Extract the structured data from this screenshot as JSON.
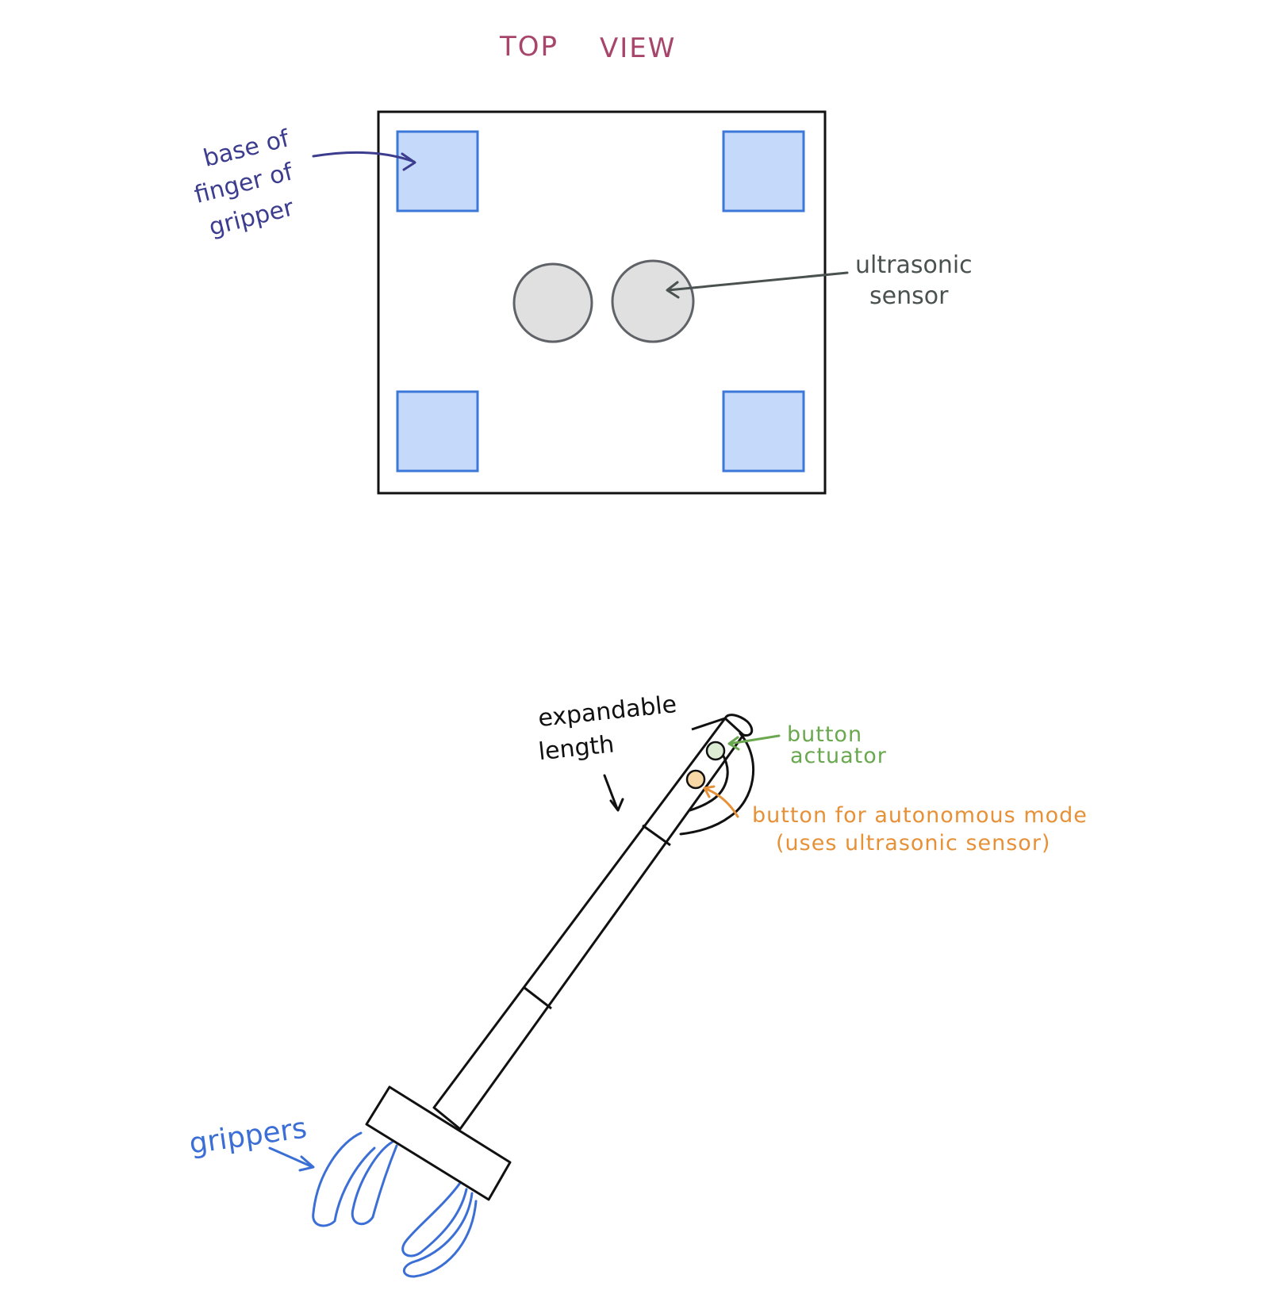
{
  "colors": {
    "title": "#a8456a",
    "gripper_note": "#3d3d8f",
    "sensor_note": "#4a5250",
    "length_note": "#111111",
    "actuator_note": "#6aa84f",
    "auto_note": "#e69138",
    "grippers_note": "#3c6fd6",
    "finger_fill": "#c5d9fb",
    "finger_stroke": "#3c78d8",
    "sensor_fill": "#e0e0e0",
    "sensor_stroke": "#5f6368"
  },
  "top_view": {
    "title_word1": "TOP",
    "title_word2": "VIEW",
    "finger_label_line1": "base of",
    "finger_label_line2": "finger of",
    "finger_label_line3": "gripper",
    "sensor_label_line1": "ultrasonic",
    "sensor_label_line2": "sensor"
  },
  "side_view": {
    "length_label_line1": "expandable",
    "length_label_line2": "length",
    "actuator_label_line1": "button",
    "actuator_label_line2": "actuator",
    "auto_label_line1": "button for  autonomous  mode",
    "auto_label_line2": "(uses ultrasonic sensor)",
    "grippers_label": "grippers"
  }
}
